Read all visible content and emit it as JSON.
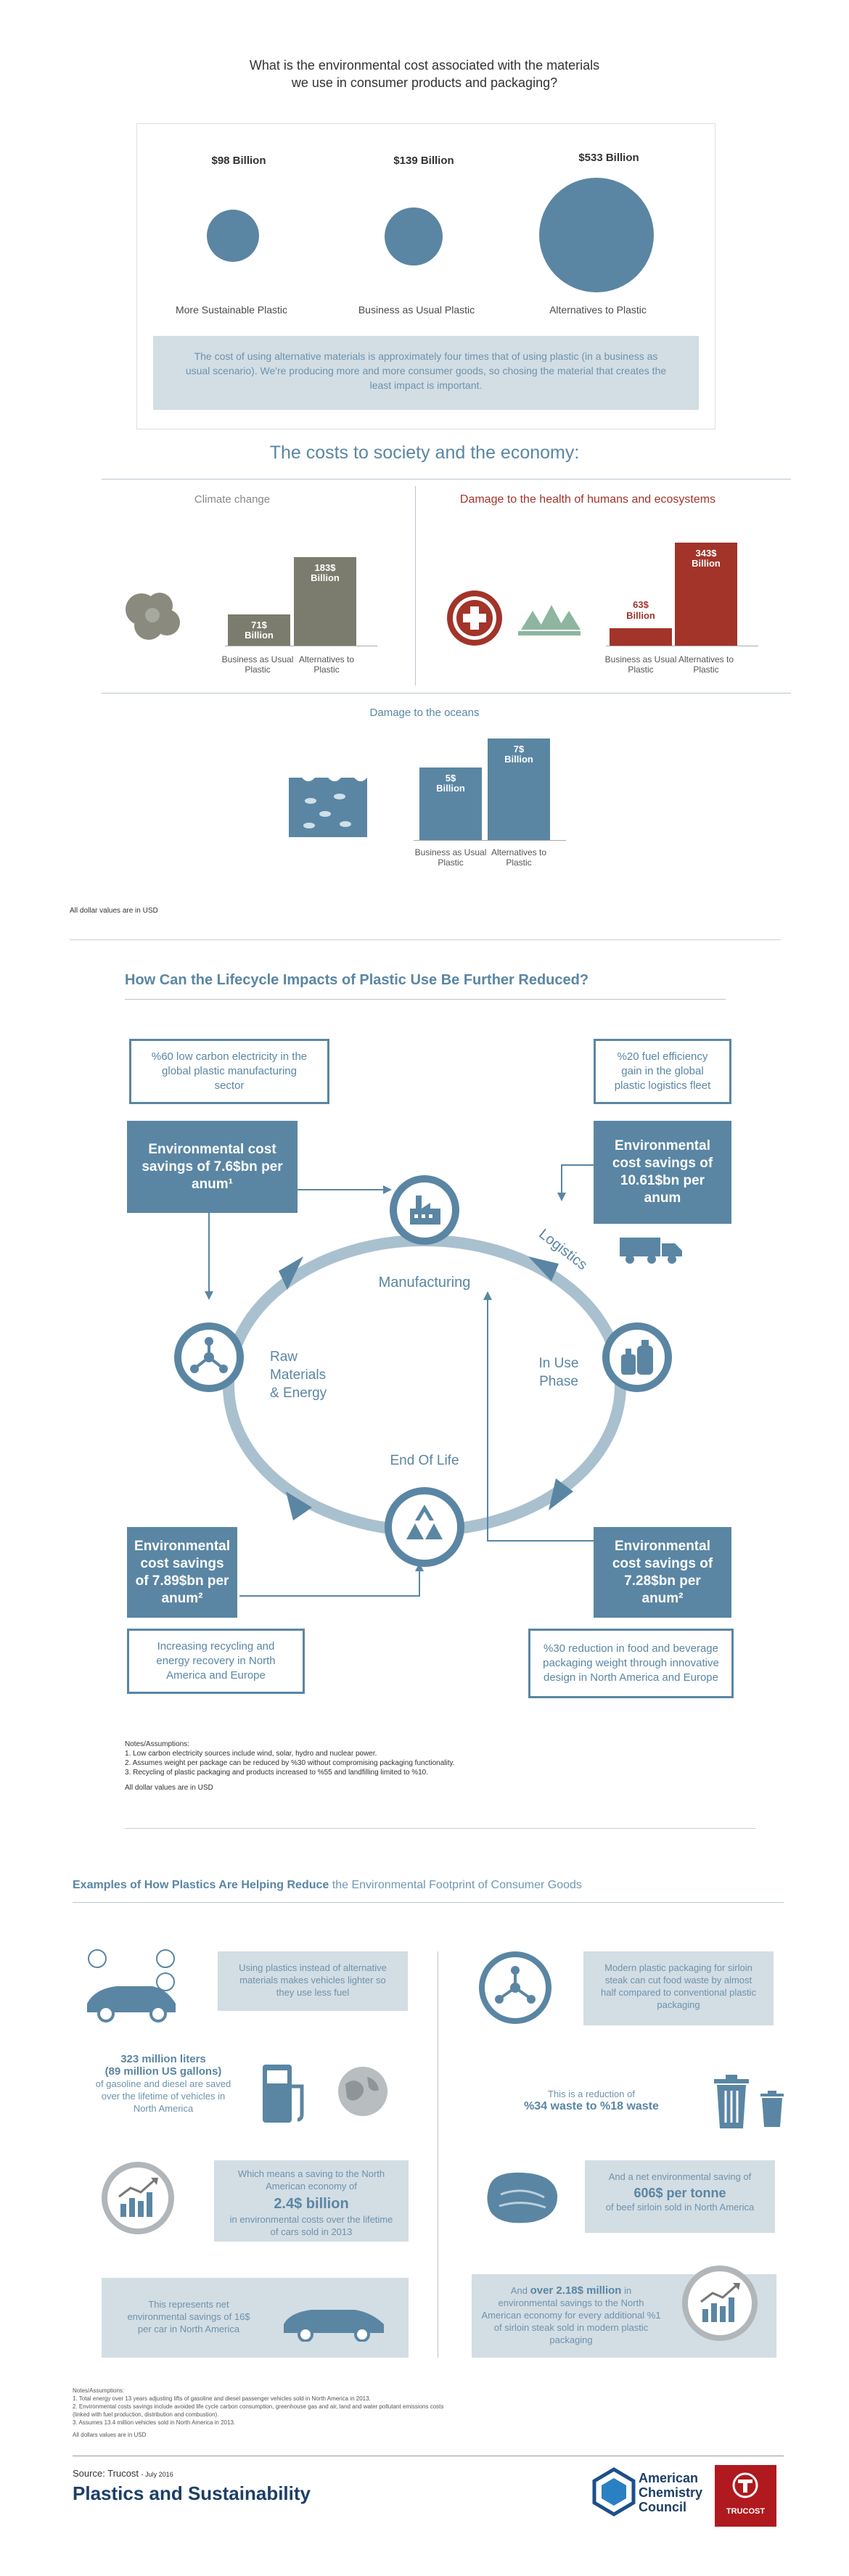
{
  "top": {
    "question_line1": "What is the environmental cost associated with the materials",
    "question_line2": "we use in consumer products and packaging?",
    "circles": [
      {
        "value": "$98 Billion",
        "label": "More Sustainable Plastic"
      },
      {
        "value": "$139 Billion",
        "label": "Business as Usual Plastic"
      },
      {
        "value": "$533 Billion",
        "label": "Alternatives to Plastic"
      }
    ],
    "summary": "The cost of using alternative materials is approximately four times that of using plastic (in a business as usual scenario). We're producing more and more consumer goods, so chosing the material that creates the least impact is important."
  },
  "society": {
    "title": "The costs to society and the economy:",
    "climate": {
      "title": "Climate change",
      "bars": [
        {
          "value": "71$",
          "unit": "Billion",
          "label": "Business as Usual Plastic",
          "amount": 71
        },
        {
          "value": "183$",
          "unit": "Billion",
          "label": "Alternatives to Plastic",
          "amount": 183
        }
      ]
    },
    "health": {
      "title": "Damage to the health of humans and ecosystems",
      "bars": [
        {
          "value": "63$",
          "unit": "Billion",
          "label": "Business as Usual Plastic",
          "amount": 63
        },
        {
          "value": "343$",
          "unit": "Billion",
          "label": "Alternatives to Plastic",
          "amount": 343
        }
      ]
    },
    "oceans": {
      "title": "Damage to the oceans",
      "bars": [
        {
          "value": "5$",
          "unit": "Billion",
          "label": "Business as Usual Plastic",
          "amount": 5
        },
        {
          "value": "7$",
          "unit": "Billion",
          "label": "Alternatives to Plastic",
          "amount": 7
        }
      ]
    },
    "note": "All dollar values are in USD"
  },
  "lifecycle": {
    "title": "How Can the Lifecycle Impacts of Plastic Use Be Further Reduced?",
    "nodes": {
      "manufacturing": "Manufacturing",
      "logistics": "Logistics",
      "raw_line1": "Raw",
      "raw_line2": "Materials",
      "raw_line3": "& Energy",
      "inuse_line1": "In Use",
      "inuse_line2": "Phase",
      "endoflife": "End Of Life"
    },
    "outbox_tl": "%60 low carbon electricity in the global plastic manufacturing sector",
    "outbox_tr": "%20 fuel efficiency gain in the global plastic logistics fleet",
    "outbox_bl": "Increasing recycling and energy recovery in North America and Europe",
    "outbox_br": "%30 reduction in food and beverage packaging weight through innovative design in North America and Europe",
    "savings_tl": "Environmental cost savings of 7.6$bn per anum¹",
    "savings_tr": "Environmental cost savings of 10.61$bn per anum",
    "savings_bl": "Environmental cost savings of 7.89$bn per anum²",
    "savings_br": "Environmental cost savings of 7.28$bn per anum²",
    "notes_title": "Notes/Assumptions:",
    "notes": [
      "1. Low carbon electricity sources include wind, solar, hydro and nuclear power.",
      "2. Assumes weight per package can be reduced by %30 without compromising packaging functionality.",
      "3. Recycling of plastic packaging and products increased to %55 and landfilling limited to %10."
    ],
    "note_usd": "All dollar values are in USD"
  },
  "examples": {
    "title_dark": "Examples of How Plastics Are Helping Reduce",
    "title_light": "the Environmental Footprint of Consumer Goods",
    "left": {
      "box1": "Using plastics instead of alternative materials makes vehicles lighter so they use less fuel",
      "liters_bold1": "323 million liters",
      "liters_bold2": "(89 million US gallons)",
      "liters_rest": "of gasoline and diesel are saved over the lifetime of vehicles in North America",
      "box2_pre": "Which means a saving to the North American economy of",
      "box2_amount": "2.4$ billion",
      "box2_post": "in environmental costs over the lifetime of cars sold in 2013",
      "box3": "This represents net environmental savings of 16$ per car in North America"
    },
    "right": {
      "box1": "Modern plastic packaging for sirloin steak can cut food waste by almost half compared to conventional plastic packaging",
      "reduction_pre": "This is a reduction of",
      "reduction_bold": "%34 waste to %18 waste",
      "box2_pre": "And a net environmental saving of",
      "box2_amount": "606$ per tonne",
      "box2_post": "of beef sirloin sold in North America",
      "box3_pre": "And",
      "box3_bold": "over 2.18$ million",
      "box3_post": "in environmental savings to the North American economy for every additional %1 of sirloin steak sold in modern plastic packaging"
    },
    "footnotes": [
      "Notes/Assumptions:",
      "1. Total energy over 13 years adjusting lifts of gasoline and diesel passenger vehicles sold in North America in 2013.",
      "2. Environmental costs savings include avoided life cycle carbon consumption, greenhouse gas and air, land and water pollutant emissions costs",
      "   (linked with fuel production, distribution and combustion).",
      "3. Assumes 13.4 million vehicles sold in North America in 2013.",
      "All dollars values are in USD"
    ]
  },
  "footer": {
    "source_label": "Source: Trucost",
    "date": "- July 2016",
    "title": "Plastics and Sustainability",
    "logo_line1": "American",
    "logo_line2": "Chemistry",
    "logo_line3": "Council",
    "trucost": "TRUCOST"
  },
  "colors": {
    "blue": "#5a86a3",
    "light_blue": "#d3dde4",
    "gray_bar": "#7b7c6d",
    "red": "#a2342a"
  }
}
